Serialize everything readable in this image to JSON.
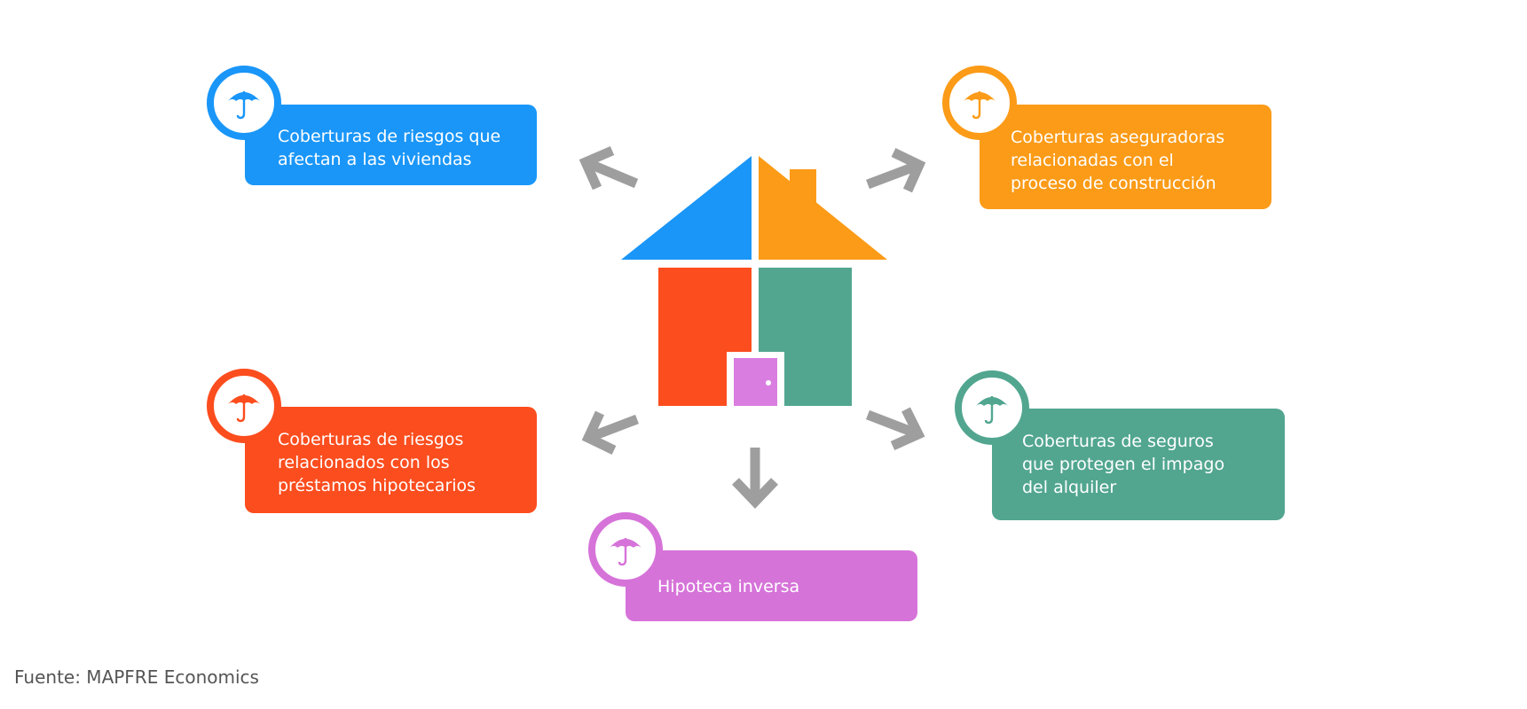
{
  "colors": {
    "blue": "#1a96f8",
    "orange": "#fb9b17",
    "red": "#fc4d1e",
    "green": "#52a690",
    "purple": "#d673d9",
    "door": "#d97ee0",
    "arrow": "#9e9e9e"
  },
  "items": {
    "top_left": {
      "text": "Coberturas de riesgos que\nafectan a las viviendas",
      "icon": "umbrella-icon"
    },
    "top_right": {
      "text": "Coberturas aseguradoras\nrelacionadas con el\nproceso de construcción",
      "icon": "umbrella-icon"
    },
    "mid_left": {
      "text": "Coberturas de riesgos\nrelacionados con los\npréstamos hipotecarios",
      "icon": "umbrella-icon"
    },
    "mid_right": {
      "text": "Coberturas de seguros\nque protegen el impago\ndel alquiler",
      "icon": "umbrella-icon"
    },
    "bottom": {
      "text": "Hipoteca inversa",
      "icon": "umbrella-icon"
    }
  },
  "source": "Fuente: MAPFRE Economics"
}
